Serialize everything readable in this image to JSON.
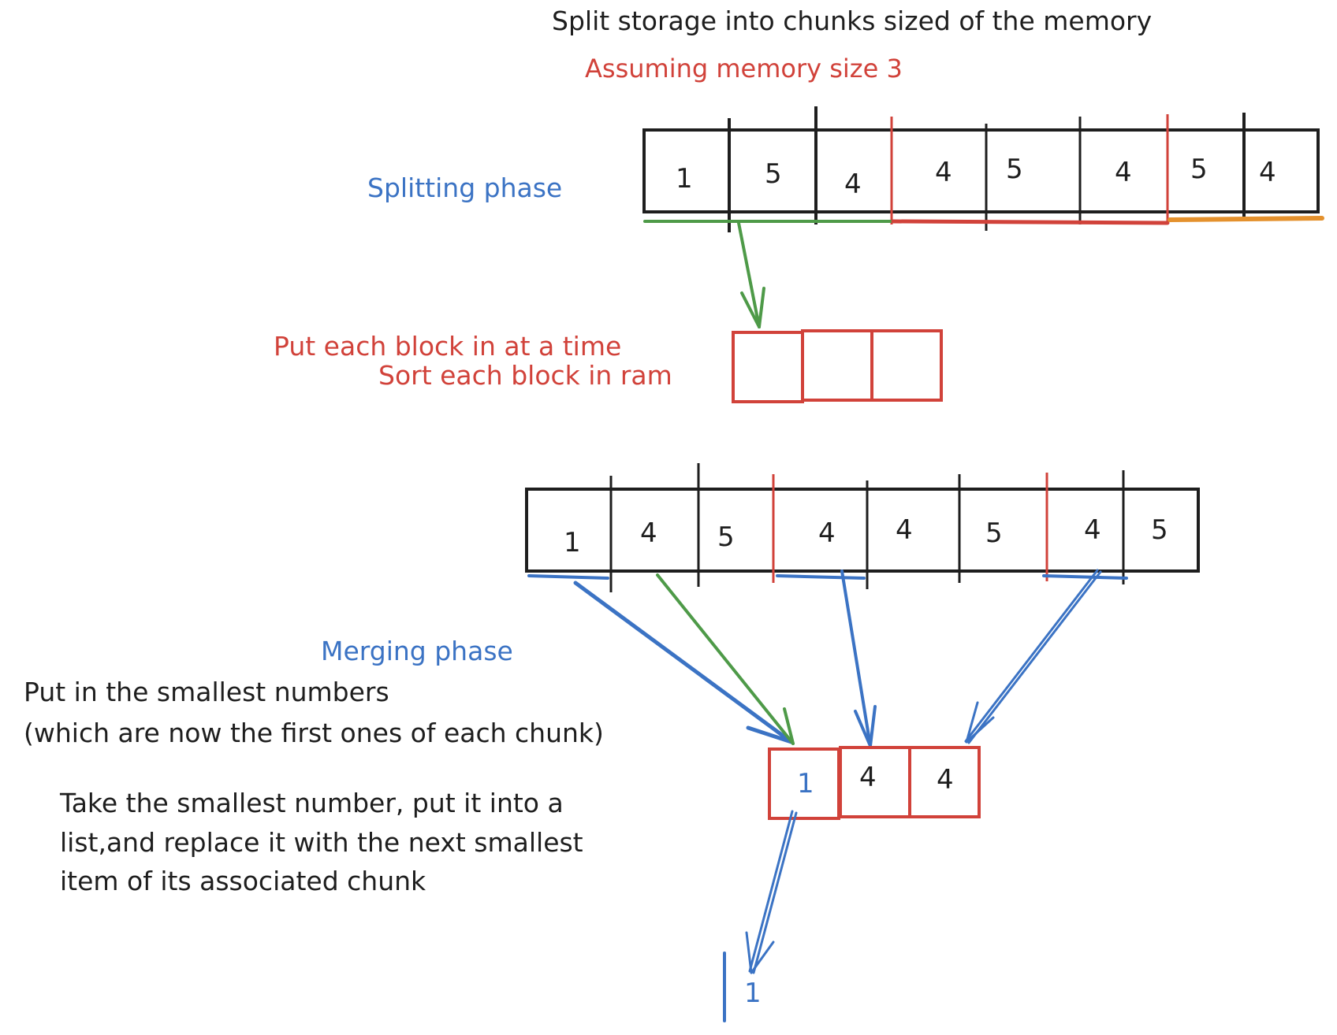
{
  "title": "Split storage into chunks sized of the memory",
  "subtitle": "Assuming memory size 3",
  "splitting": {
    "label": "Splitting phase",
    "storage_values": [
      "1",
      "5",
      "4",
      "4",
      "5",
      "4",
      "5",
      "4"
    ],
    "ram_caption_line1": "Put each block in at a time",
    "ram_caption_line2": "Sort each block in ram"
  },
  "merging": {
    "label": "Merging phase",
    "sorted_values": [
      "1",
      "4",
      "5",
      "4",
      "4",
      "5",
      "4",
      "5"
    ],
    "instruction_line1": "Put in the smallest numbers",
    "instruction_line2": "(which are now the first ones of each chunk)",
    "step_line1": "Take the smallest number, put it into a",
    "step_line2": "list,and replace it with the next smallest",
    "step_line3": "item of its associated chunk",
    "ram_values": [
      "1",
      "4",
      "4"
    ],
    "output_values": [
      "1"
    ]
  },
  "colors": {
    "ink": "#1e1e1e",
    "red": "#d1423a",
    "blue": "#3b73c4",
    "green": "#4e9a48",
    "orange": "#e4912d"
  }
}
